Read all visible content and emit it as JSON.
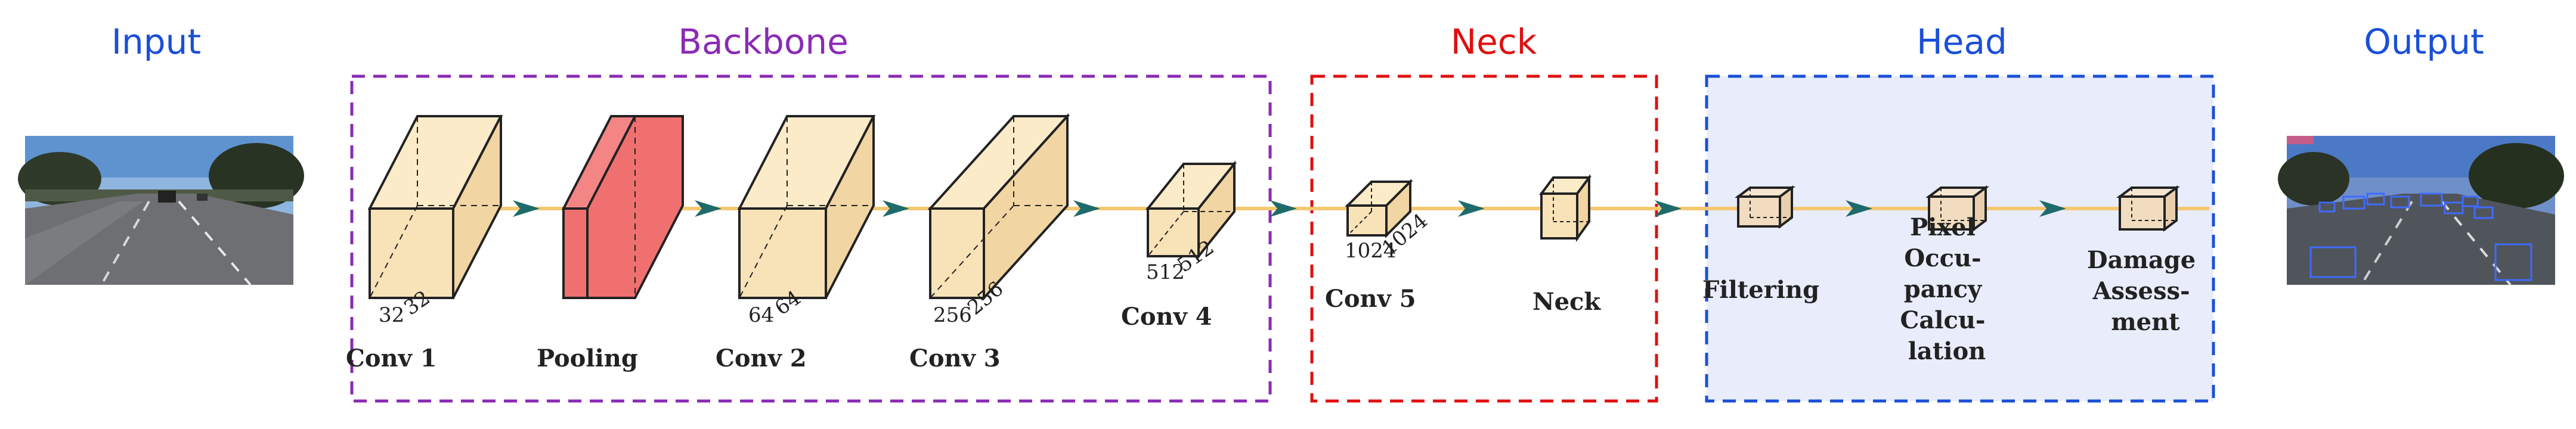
{
  "sections": {
    "input": {
      "title": "Input",
      "color": "#1a4fd8"
    },
    "backbone": {
      "title": "Backbone",
      "color": "#8a2bb5"
    },
    "neck": {
      "title": "Neck",
      "color": "#e01010"
    },
    "head": {
      "title": "Head",
      "color": "#1a4fd8"
    },
    "output": {
      "title": "Output",
      "color": "#1a4fd8"
    }
  },
  "layers": {
    "conv1": {
      "label": "Conv 1",
      "dim_a": "32",
      "dim_b": "32"
    },
    "pooling": {
      "label": "Pooling"
    },
    "conv2": {
      "label": "Conv 2",
      "dim_a": "64",
      "dim_b": "64"
    },
    "conv3": {
      "label": "Conv 3",
      "dim_a": "256",
      "dim_b": "256"
    },
    "conv4": {
      "label": "Conv 4",
      "dim_a": "512",
      "dim_b": "512"
    },
    "conv5": {
      "label": "Conv 5",
      "dim_a": "1024",
      "dim_b": "1024"
    },
    "neck": {
      "label": "Neck"
    },
    "filtering": {
      "label": "Filtering"
    },
    "pixel": {
      "label_lines": [
        "Pixel",
        "Occu-",
        "pancy",
        "Calcu-",
        "lation"
      ]
    },
    "damage": {
      "label_lines": [
        "Damage",
        "Assess-",
        "ment"
      ]
    }
  },
  "colors": {
    "block_fill": "#f8e2b8",
    "pool_fill": "#f07070",
    "flow_line": "#f5c870",
    "arrow": "#1f6b6b",
    "head_bg": "#e8ecfb"
  }
}
